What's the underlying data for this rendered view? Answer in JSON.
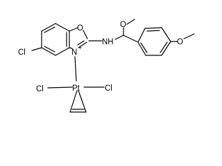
{
  "molecule": {
    "atoms": {
      "cl_ring": "Cl",
      "o_ring": "O",
      "n_ring": "N",
      "n_charge": "+",
      "nh": "NH",
      "o_methoxy_1": "O",
      "o_methoxy_2": "O",
      "pt": "Pt",
      "cl_left": "Cl",
      "cl_right": "Cl"
    }
  },
  "colors": {
    "bond": "#000000",
    "label": "#000000",
    "background": "#ffffff"
  }
}
